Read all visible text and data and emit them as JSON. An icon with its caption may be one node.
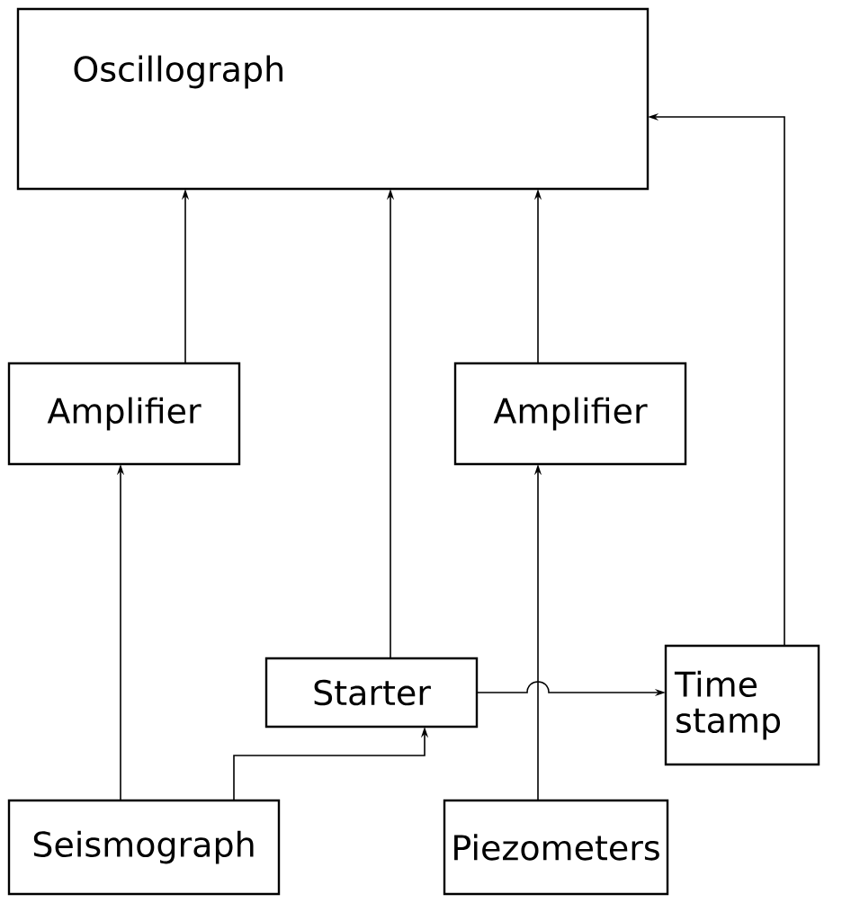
{
  "diagram": {
    "nodes": [
      {
        "text": [
          "Oscillograph"
        ]
      },
      {
        "text": [
          "Amplifier"
        ]
      },
      {
        "text": [
          "Amplifier"
        ]
      },
      {
        "text": [
          "Starter"
        ]
      },
      {
        "text": [
          "Time stamp"
        ]
      },
      {
        "text": [
          "Seismograph"
        ]
      },
      {
        "text": [
          "Piezometers"
        ]
      }
    ],
    "edges": [
      {
        "from": 1,
        "to": 0,
        "arrow": "to"
      },
      {
        "from": 5,
        "to": 1,
        "arrow": "to"
      },
      {
        "from": 5,
        "to": 3,
        "arrow": "to"
      },
      {
        "from": 3,
        "to": 0,
        "arrow": "to"
      },
      {
        "from": 2,
        "to": 0,
        "arrow": "to"
      },
      {
        "from": 6,
        "to": 2,
        "arrow": "to"
      },
      {
        "from": 3,
        "to": 4,
        "arrow": "to"
      },
      {
        "from": 4,
        "to": 0,
        "arrow": "to"
      }
    ]
  }
}
